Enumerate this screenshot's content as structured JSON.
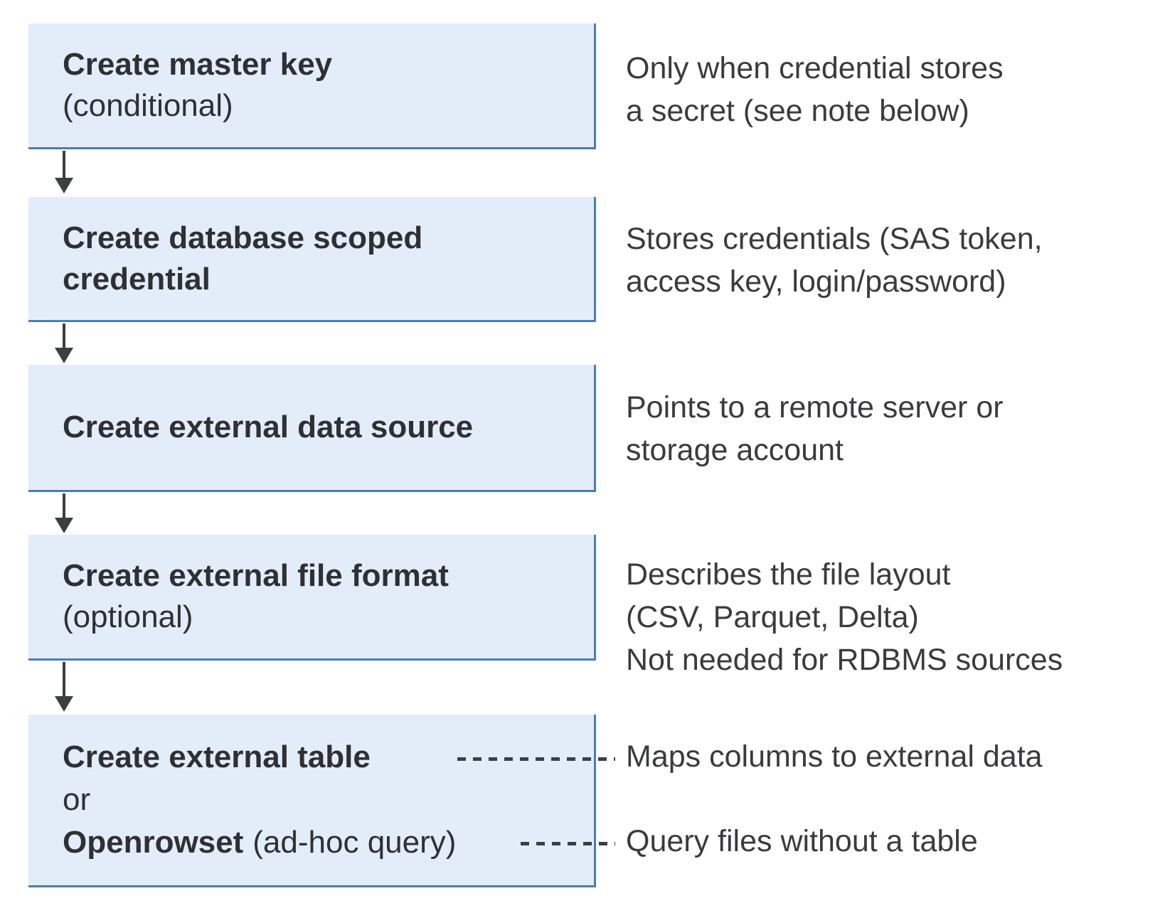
{
  "diagram": {
    "colors": {
      "box_fill": "#e3edfa",
      "box_border": "#4a7cb5",
      "box_text": "#2f3033",
      "note_text": "#3a3b3d",
      "arrow_and_dash": "#3a3f45"
    },
    "steps": [
      {
        "title": "Create master key",
        "subtitle": "(conditional)",
        "note_line1": "Only when credential stores",
        "note_line2": "a secret (see note below)"
      },
      {
        "title_line1": "Create database scoped",
        "title_line2": "credential",
        "note_line1": "Stores credentials (SAS token,",
        "note_line2": "access key, login/password)"
      },
      {
        "title": "Create external data source",
        "note_line1": "Points to a remote server or",
        "note_line2": "storage account"
      },
      {
        "title": "Create external file format",
        "subtitle": "(optional)",
        "note_line1": "Describes the file layout",
        "note_line2": "(CSV, Parquet, Delta)",
        "note_line3": "Not needed for RDBMS sources"
      },
      {
        "option1_bold": "Create external table",
        "conjunction": "or",
        "option2_bold": "Openrowset",
        "option2_rest": "(ad-hoc query)",
        "note_option1": "Maps columns to external data",
        "note_option2": "Query files without a table"
      }
    ]
  }
}
